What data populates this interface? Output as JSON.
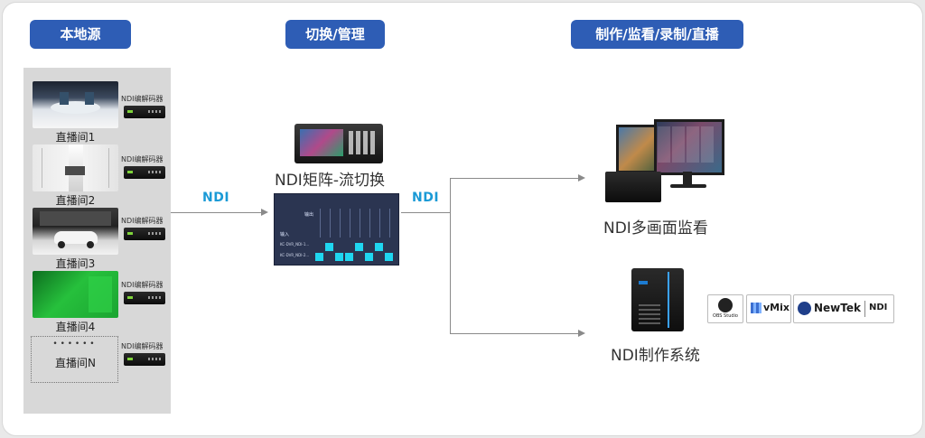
{
  "headers": {
    "local_source": "本地源",
    "switch_manage": "切换/管理",
    "produce_monitor": "制作/监看/录制/直播"
  },
  "studios": [
    {
      "label": "直播间1",
      "decoder_label": "NDI编解码器"
    },
    {
      "label": "直播间2",
      "decoder_label": "NDI编解码器"
    },
    {
      "label": "直播间3",
      "decoder_label": "NDI编解码器"
    },
    {
      "label": "直播间4",
      "decoder_label": "NDI编解码器"
    },
    {
      "label": "直播间N",
      "decoder_label": "NDI编解码器"
    }
  ],
  "ellipsis": "• • • • • •",
  "ndi_tag_1": "NDI",
  "ndi_tag_2": "NDI",
  "matrix_label": "NDI矩阵-流切换",
  "matrix_ui": {
    "out_label": "输出",
    "in_label": "输入",
    "row1": "KC-DVR_NDI-1...",
    "row2": "KC-DVR_NDI-2..."
  },
  "monitor_label": "NDI多画面监看",
  "production_label": "NDI制作系统",
  "logos": {
    "obs": "OBS Studio",
    "vmix": "vMix",
    "newtek": "NewTek",
    "ndi": "NDI"
  },
  "colors": {
    "pill": "#2e5db5",
    "ndi_blue": "#1a9ad6",
    "matrix_cell": "#1fd6f0"
  }
}
